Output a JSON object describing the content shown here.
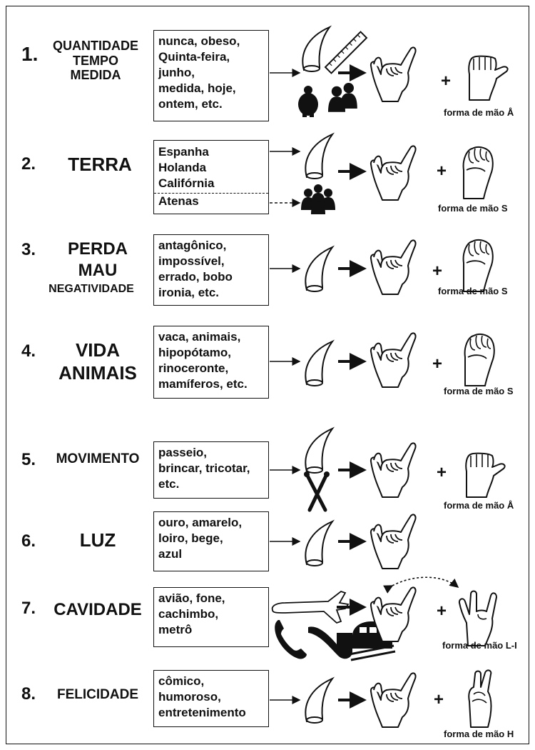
{
  "rows": [
    {
      "num": "1.",
      "category": [
        "QUANTIDADE",
        "TEMPO",
        "MEDIDA"
      ],
      "examples": [
        "nunca, obeso,",
        "Quinta-feira,",
        "junho,",
        "medida, hoje,",
        "ontem, etc."
      ],
      "handshape_label": "forma de mão Å",
      "icons": [
        "horn-icon",
        "ruler-icon",
        "obese-person-icon",
        "two-people-icon",
        "y-hand-icon",
        "a-hand-icon"
      ]
    },
    {
      "num": "2.",
      "category": [
        "TERRA"
      ],
      "examples": [
        "Espanha",
        "Holanda",
        "Califórnia"
      ],
      "examples_separated": [
        "Atenas"
      ],
      "handshape_label": "forma de mão S",
      "icons": [
        "horn-icon",
        "group-of-people-icon",
        "y-hand-icon",
        "s-hand-icon"
      ]
    },
    {
      "num": "3.",
      "category": [
        "PERDA",
        "MAU",
        "NEGATIVIDADE"
      ],
      "examples": [
        "antagônico,",
        "impossível,",
        "errado, bobo",
        "ironia, etc."
      ],
      "handshape_label": "forma de mão S",
      "icons": [
        "horn-icon",
        "y-hand-icon",
        "s-hand-icon"
      ]
    },
    {
      "num": "4.",
      "category": [
        "VIDA",
        "ANIMAIS"
      ],
      "examples": [
        "vaca, animais,",
        "hipopótamo,",
        "rinoceronte,",
        "mamíferos, etc."
      ],
      "handshape_label": "forma de mão S",
      "icons": [
        "horn-icon",
        "y-hand-icon",
        "s-hand-icon"
      ]
    },
    {
      "num": "5.",
      "category": [
        "MOVIMENTO"
      ],
      "examples": [
        "passeio,",
        "brincar, tricotar,",
        "etc."
      ],
      "handshape_label": "forma de mão Å",
      "icons": [
        "horn-icon",
        "knitting-needles-icon",
        "y-hand-icon",
        "a-hand-icon"
      ]
    },
    {
      "num": "6.",
      "category": [
        "LUZ"
      ],
      "examples": [
        "ouro, amarelo,",
        "loiro, bege,",
        "azul"
      ],
      "handshape_label": "",
      "icons": [
        "horn-icon",
        "y-hand-icon"
      ]
    },
    {
      "num": "7.",
      "category": [
        "CAVIDADE"
      ],
      "examples": [
        "avião, fone,",
        "cachimbo,",
        "metrô"
      ],
      "handshape_label": "forma de mão L-I",
      "icons": [
        "airplane-icon",
        "telephone-icon",
        "pipe-icon",
        "train-icon",
        "y-hand-icon",
        "li-hand-icon"
      ]
    },
    {
      "num": "8.",
      "category": [
        "FELICIDADE"
      ],
      "examples": [
        "cômico,",
        "humoroso,",
        "entretenimento"
      ],
      "handshape_label": "forma de mão H",
      "icons": [
        "horn-icon",
        "y-hand-icon",
        "h-hand-icon"
      ]
    }
  ],
  "plus_sign": "+"
}
